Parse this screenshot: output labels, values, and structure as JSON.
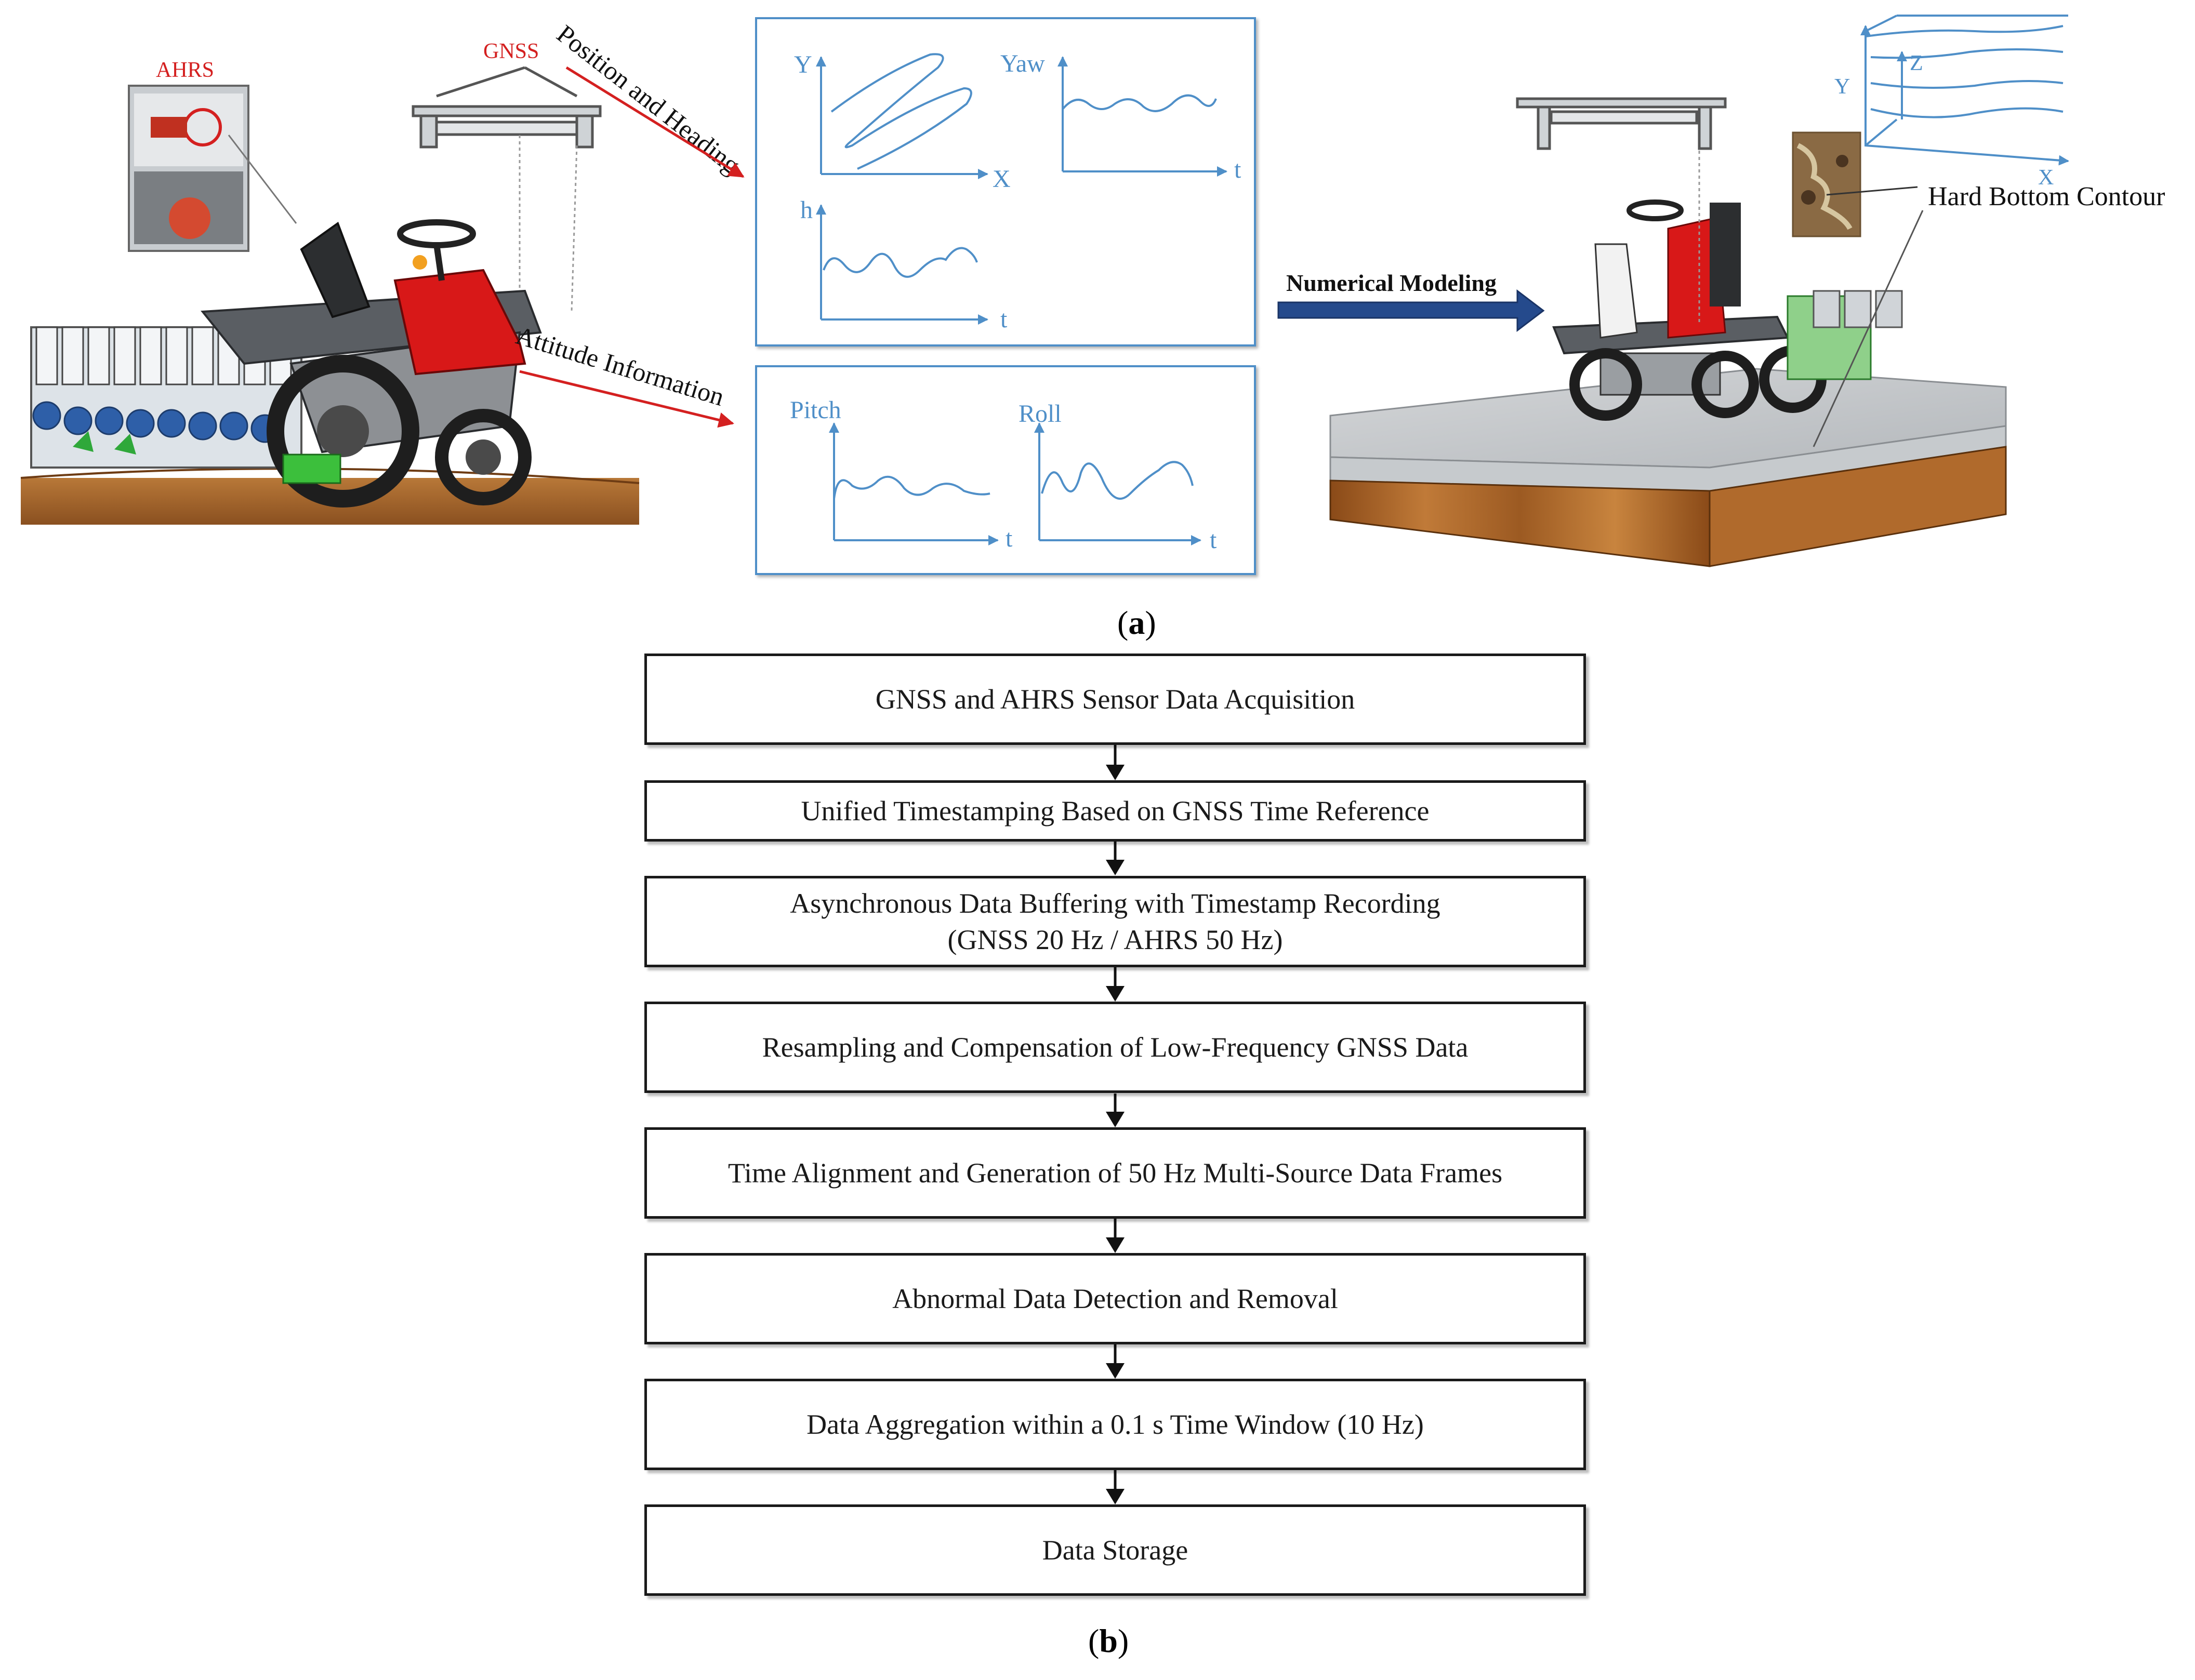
{
  "panel_a": {
    "left": {
      "ahrs_label": "AHRS",
      "gnss_label": "GNSS",
      "position_heading_label": "Position and Heading",
      "attitude_label": "Attitude Information"
    },
    "plots_top": {
      "xy": {
        "y_label": "Y",
        "x_label": "X"
      },
      "yaw": {
        "y_label": "Yaw",
        "x_label": "t"
      },
      "h": {
        "y_label": "h",
        "x_label": "t"
      }
    },
    "plots_bottom": {
      "pitch": {
        "y_label": "Pitch",
        "x_label": "t"
      },
      "roll": {
        "y_label": "Roll",
        "x_label": "t"
      }
    },
    "modeling_label": "Numerical Modeling",
    "right": {
      "hard_bottom_label": "Hard Bottom Contour",
      "axis_x": "X",
      "axis_y": "Y",
      "axis_z": "Z"
    },
    "caption": {
      "open": "(",
      "letter": "a",
      "close": ")"
    }
  },
  "panel_b": {
    "steps": [
      {
        "line1": "GNSS and AHRS Sensor Data Acquisition",
        "line2": ""
      },
      {
        "line1": "Unified Timestamping Based on GNSS Time Reference",
        "line2": ""
      },
      {
        "line1": "Asynchronous Data Buffering with Timestamp Recording",
        "line2": "(GNSS 20 Hz / AHRS 50 Hz)"
      },
      {
        "line1": "Resampling and Compensation of Low-Frequency GNSS Data",
        "line2": ""
      },
      {
        "line1": "Time Alignment and Generation of 50 Hz Multi-Source Data Frames",
        "line2": ""
      },
      {
        "line1": "Abnormal Data Detection and Removal",
        "line2": ""
      },
      {
        "line1": "Data Aggregation within a 0.1 s Time Window (10 Hz)",
        "line2": ""
      },
      {
        "line1": "Data Storage",
        "line2": ""
      }
    ],
    "caption": {
      "open": "(",
      "letter": "b",
      "close": ")"
    }
  },
  "colors": {
    "plot_blue": "#4f8fc8",
    "label_red": "#d42020",
    "flow_border": "#1a1a1a",
    "tractor_red": "#d81818",
    "soil_brown": "#a8642a"
  }
}
